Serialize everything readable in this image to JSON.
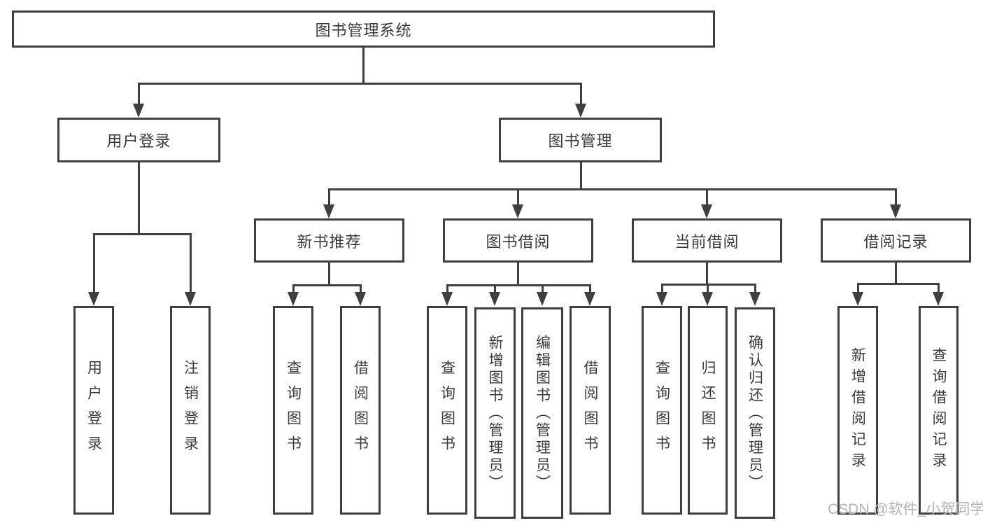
{
  "diagram": {
    "title": "图书管理系统",
    "level2": [
      {
        "label": "用户登录"
      },
      {
        "label": "图书管理"
      }
    ],
    "level3": [
      {
        "label": "新书推荐"
      },
      {
        "label": "图书借阅"
      },
      {
        "label": "当前借阅"
      },
      {
        "label": "借阅记录"
      }
    ],
    "leaves": {
      "user": [
        {
          "label": "用户登录"
        },
        {
          "label": "注销登录"
        }
      ],
      "newbook": [
        {
          "label": "查询图书"
        },
        {
          "label": "借阅图书"
        }
      ],
      "borrow": [
        {
          "label": "查询图书"
        },
        {
          "label": "新增图书（管理员）"
        },
        {
          "label": "编辑图书（管理员）"
        },
        {
          "label": "借阅图书"
        }
      ],
      "current": [
        {
          "label": "查询图书"
        },
        {
          "label": "归还图书"
        },
        {
          "label": "确认归还（管理员）"
        }
      ],
      "records": [
        {
          "label": "新增借阅记录"
        },
        {
          "label": "查询借阅记录"
        }
      ]
    }
  },
  "watermark": {
    "text": "CSDN @软件_小贺同学"
  },
  "colors": {
    "line": "#3f3f3f",
    "text": "#3a3a3e",
    "background": "#ffffff",
    "watermark": "#b3b3b7"
  }
}
